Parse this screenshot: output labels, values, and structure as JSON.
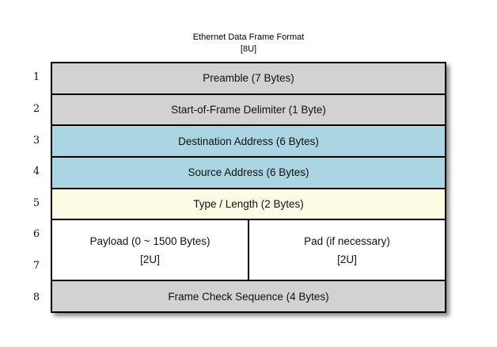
{
  "title": "Ethernet Data Frame Format",
  "subtitle": "[8U]",
  "row_numbers": [
    "1",
    "2",
    "3",
    "4",
    "5",
    "6",
    "7",
    "8"
  ],
  "colors": {
    "gray": "#d2d2d2",
    "blue": "#abd5e2",
    "yellow": "#fcfbe3",
    "white": "#ffffff",
    "border": "#000000"
  },
  "rows": [
    {
      "label": "Preamble (7 Bytes)",
      "color": "gray",
      "units": 1
    },
    {
      "label": "Start-of-Frame Delimiter (1 Byte)",
      "color": "gray",
      "units": 1
    },
    {
      "label": "Destination Address (6 Bytes)",
      "color": "blue",
      "units": 1
    },
    {
      "label": "Source Address (6 Bytes)",
      "color": "blue",
      "units": 1
    },
    {
      "label": "Type / Length (2 Bytes)",
      "color": "yellow",
      "units": 1
    },
    {
      "color": "white",
      "units": 2,
      "cells": [
        {
          "label": "Payload (0 ~ 1500 Bytes)",
          "sublabel": "[2U]"
        },
        {
          "label": "Pad (if necessary)",
          "sublabel": "[2U]"
        }
      ]
    },
    {
      "label": "Frame Check Sequence (4 Bytes)",
      "color": "gray",
      "units": 1
    }
  ]
}
